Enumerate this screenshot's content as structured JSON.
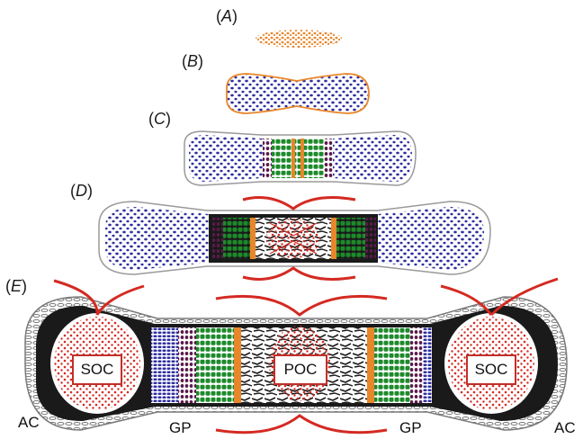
{
  "stages": [
    {
      "id": "A",
      "label": "A"
    },
    {
      "id": "B",
      "label": "B"
    },
    {
      "id": "C",
      "label": "C"
    },
    {
      "id": "D",
      "label": "D"
    },
    {
      "id": "E",
      "label": "E"
    }
  ],
  "labels": {
    "soc_left": "SOC",
    "poc": "POC",
    "soc_right": "SOC",
    "ac_left": "AC",
    "ac_right": "AC",
    "gp_left": "GP",
    "gp_right": "GP"
  },
  "colors": {
    "mesenchyme": "#e8862a",
    "resting": "#2e2ea0",
    "proliferative": "#1d8a2b",
    "hypertrophic": "#5a1a4a",
    "calcified": "#1a1a1a",
    "vessel": "#d42a22",
    "perichondrium": "#9a9a9a",
    "ossified_line": "#f08020"
  }
}
